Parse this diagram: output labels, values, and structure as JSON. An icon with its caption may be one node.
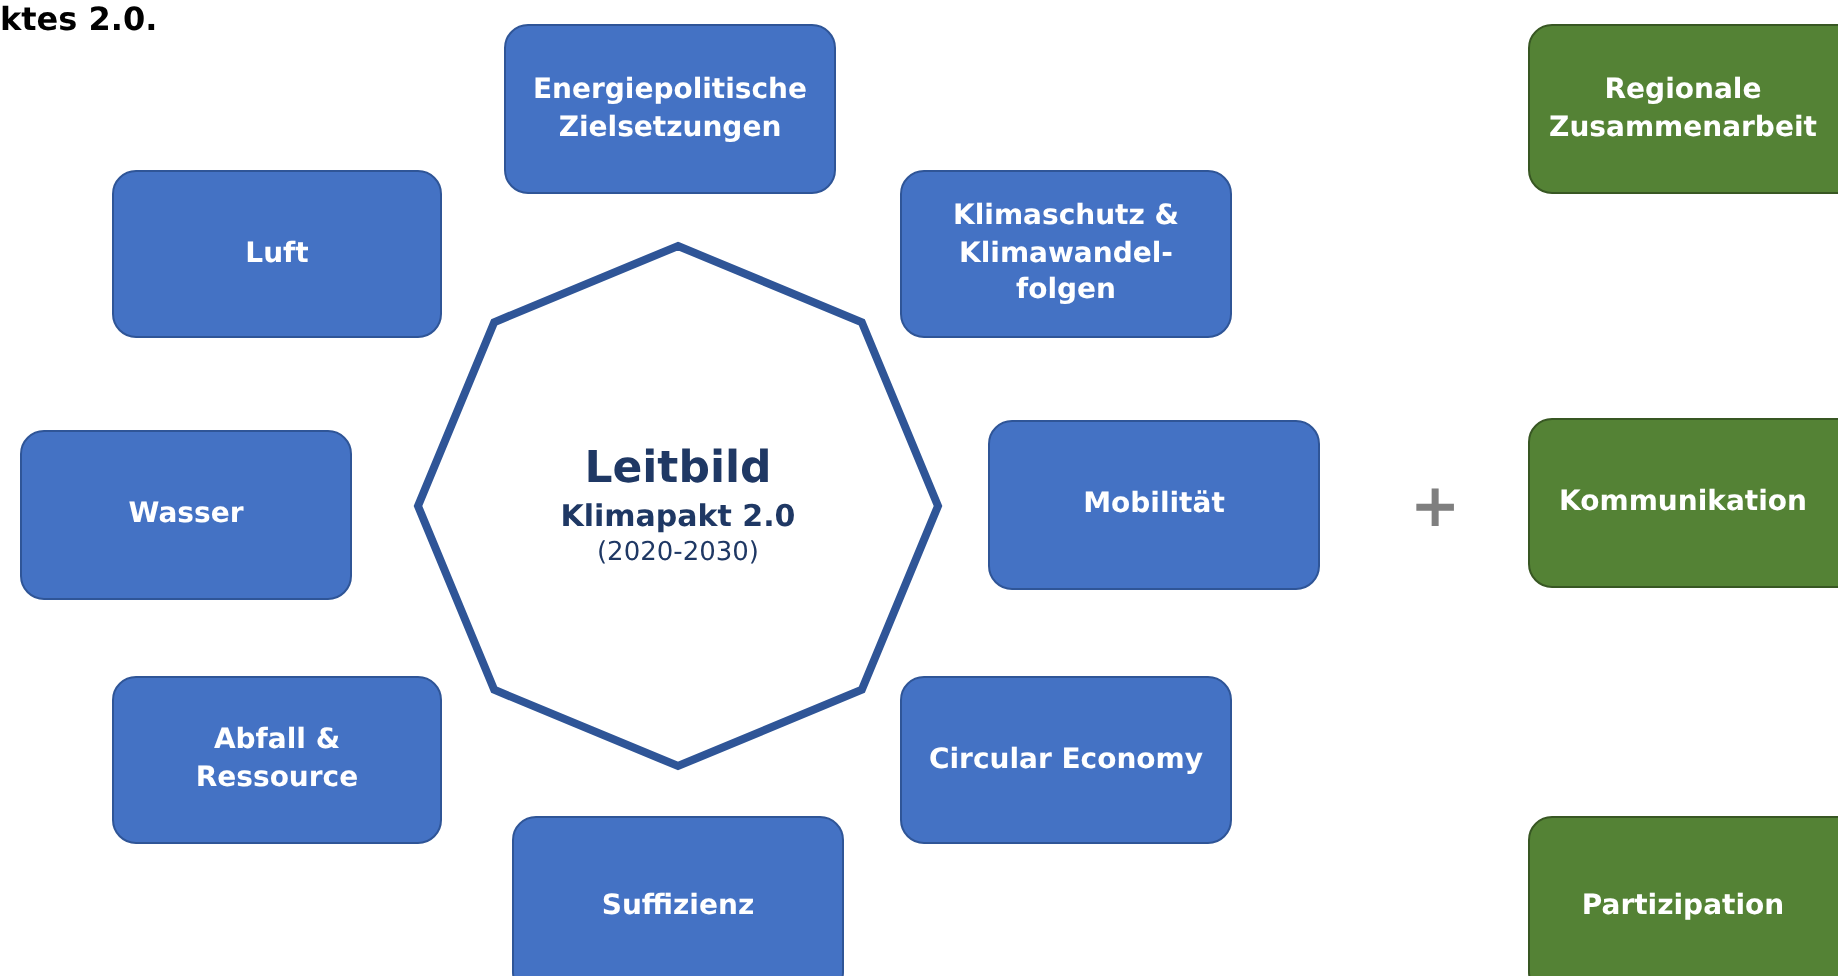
{
  "diagram": {
    "nodes": [
      {
        "text": [
          "Energiepolitische Zielsetzungen"
        ]
      },
      {
        "text": [
          "Regionale Zusammenarbeit"
        ]
      },
      {
        "text": [
          "Luft"
        ]
      },
      {
        "text": [
          "Klimaschutz & Klimawandel-folgen"
        ]
      },
      {
        "text": [
          "Leitbild",
          "Klimapakt 2.0",
          "(2020-2030)"
        ]
      },
      {
        "text": [
          "Wasser"
        ]
      },
      {
        "text": [
          "Mobilität"
        ]
      },
      {
        "text": [
          "Kommunikation"
        ]
      },
      {
        "text": [
          "Abfall & Ressource"
        ]
      },
      {
        "text": [
          "Circular Economy"
        ]
      },
      {
        "text": [
          "Suffizienz"
        ]
      },
      {
        "text": [
          "Partizipation"
        ]
      }
    ],
    "edges": [],
    "labels": [
      "ktes 2.0.",
      "+"
    ]
  }
}
